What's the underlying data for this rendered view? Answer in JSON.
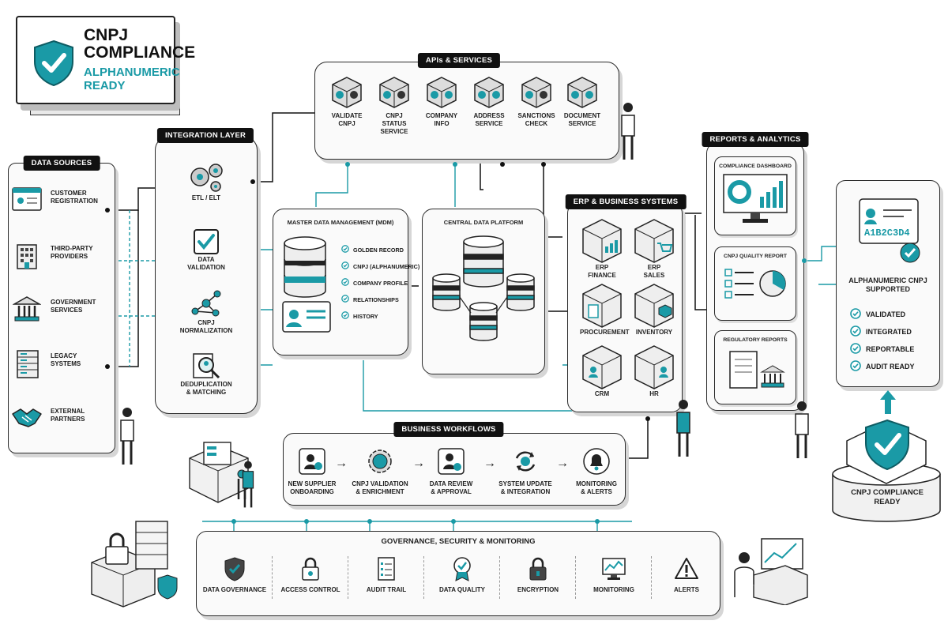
{
  "brand": {
    "title_line1": "CNPJ",
    "title_line2": "COMPLIANCE",
    "sub_line1": "ALPHANUMERIC",
    "sub_line2": "READY"
  },
  "sections": {
    "data_sources": "DATA SOURCES",
    "integration": "INTEGRATION LAYER",
    "apis": "APIs & SERVICES",
    "erp": "ERP & BUSINESS SYSTEMS",
    "reports": "REPORTS & ANALYTICS",
    "workflows": "BUSINESS WORKFLOWS",
    "governance": "GOVERNANCE, SECURITY & MONITORING",
    "mdm": "MASTER DATA MANAGEMENT (MDM)",
    "cdp": "CENTRAL DATA PLATFORM"
  },
  "data_sources": [
    {
      "l1": "CUSTOMER",
      "l2": "REGISTRATION",
      "icon": "registration-form-icon"
    },
    {
      "l1": "THIRD-PARTY",
      "l2": "PROVIDERS",
      "icon": "office-building-icon"
    },
    {
      "l1": "GOVERNMENT",
      "l2": "SERVICES",
      "icon": "government-building-icon"
    },
    {
      "l1": "LEGACY",
      "l2": "SYSTEMS",
      "icon": "server-rack-icon"
    },
    {
      "l1": "EXTERNAL",
      "l2": "PARTNERS",
      "icon": "handshake-icon"
    }
  ],
  "integration": [
    {
      "l1": "ETL / ELT",
      "l2": "",
      "icon": "gears-icon"
    },
    {
      "l1": "DATA",
      "l2": "VALIDATION",
      "icon": "checkbox-icon"
    },
    {
      "l1": "CNPJ",
      "l2": "NORMALIZATION",
      "icon": "network-nodes-icon"
    },
    {
      "l1": "DEDUPLICATION",
      "l2": "& MATCHING",
      "icon": "magnifier-icon"
    }
  ],
  "apis": [
    {
      "l1": "VALIDATE",
      "l2": "CNPJ",
      "icon": "validate-cube-icon"
    },
    {
      "l1": "CNPJ STATUS",
      "l2": "SERVICE",
      "icon": "status-cube-icon"
    },
    {
      "l1": "COMPANY",
      "l2": "INFO",
      "icon": "info-cube-icon"
    },
    {
      "l1": "ADDRESS",
      "l2": "SERVICE",
      "icon": "address-cube-icon"
    },
    {
      "l1": "SANCTIONS",
      "l2": "CHECK",
      "icon": "sanctions-cube-icon"
    },
    {
      "l1": "DOCUMENT",
      "l2": "SERVICE",
      "icon": "document-cube-icon"
    }
  ],
  "mdm_list": [
    "GOLDEN RECORD",
    "CNPJ (ALPHANUMERIC)",
    "COMPANY PROFILE",
    "RELATIONSHIPS",
    "HISTORY"
  ],
  "erp": [
    {
      "l1": "ERP",
      "l2": "FINANCE",
      "icon": "finance-chart-icon"
    },
    {
      "l1": "ERP",
      "l2": "SALES",
      "icon": "shopping-cart-icon"
    },
    {
      "l1": "PROCUREMENT",
      "l2": "",
      "icon": "clipboard-icon"
    },
    {
      "l1": "INVENTORY",
      "l2": "",
      "icon": "box-icon"
    },
    {
      "l1": "CRM",
      "l2": "",
      "icon": "user-icon"
    },
    {
      "l1": "HR",
      "l2": "",
      "icon": "person-icon"
    }
  ],
  "reports": [
    "COMPLIANCE DASHBOARD",
    "CNPJ QUALITY REPORT",
    "REGULATORY REPORTS"
  ],
  "workflows": [
    {
      "l1": "NEW SUPPLIER",
      "l2": "ONBOARDING",
      "icon": "onboarding-icon"
    },
    {
      "l1": "CNPJ VALIDATION",
      "l2": "& ENRICHMENT",
      "icon": "validation-gear-icon"
    },
    {
      "l1": "DATA REVIEW",
      "l2": "& APPROVAL",
      "icon": "reviewer-icon"
    },
    {
      "l1": "SYSTEM UPDATE",
      "l2": "& INTEGRATION",
      "icon": "sync-icon"
    },
    {
      "l1": "MONITORING",
      "l2": "& ALERTS",
      "icon": "bell-icon"
    }
  ],
  "governance": [
    {
      "label": "DATA GOVERNANCE",
      "icon": "shield-icon"
    },
    {
      "label": "ACCESS CONTROL",
      "icon": "padlock-icon"
    },
    {
      "label": "AUDIT TRAIL",
      "icon": "checklist-icon"
    },
    {
      "label": "DATA QUALITY",
      "icon": "badge-icon"
    },
    {
      "label": "ENCRYPTION",
      "icon": "lock-icon"
    },
    {
      "label": "MONITORING",
      "icon": "monitor-chart-icon"
    },
    {
      "label": "ALERTS",
      "icon": "warning-icon"
    }
  ],
  "status": {
    "card_code": "A1B2C3D4",
    "title_l1": "ALPHANUMERIC CNPJ",
    "title_l2": "SUPPORTED",
    "items": [
      "VALIDATED",
      "INTEGRATED",
      "REPORTABLE",
      "AUDIT READY"
    ],
    "ready_l1": "CNPJ COMPLIANCE",
    "ready_l2": "READY"
  },
  "colors": {
    "accent": "#1a9aa6",
    "ink": "#1a1a1a",
    "panel": "#fafafa"
  }
}
